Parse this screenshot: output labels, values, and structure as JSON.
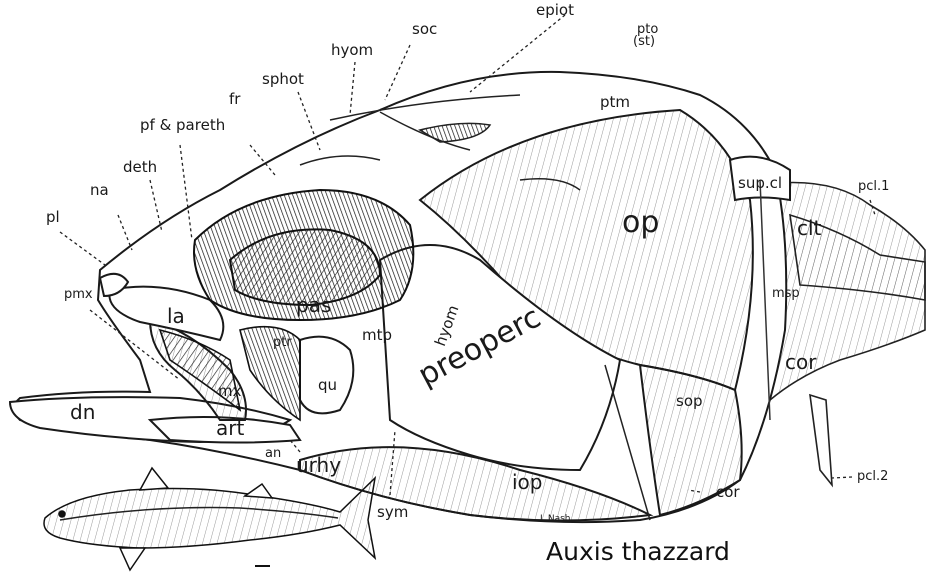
{
  "caption": "Auxis thazzard",
  "signature": "L Nash",
  "labels": {
    "epiot": "epiot",
    "pto": "pto",
    "pto_st": "(st)",
    "soc": "soc",
    "hyom_top": "hyom",
    "sphot": "sphot",
    "fr": "fr",
    "pf_pareth": "pf & pareth",
    "deth": "deth",
    "na": "na",
    "pl": "pl",
    "pmx": "pmx",
    "ptm": "ptm",
    "op": "op",
    "sup_cl": "sup.cl",
    "clt": "clt",
    "pcl1": "pcl.1",
    "pcl2": "pcl.2",
    "msp": "msp",
    "cor_right": "cor",
    "cor_bottom": "cor",
    "sop": "sop",
    "preoperc": "preoperc",
    "hyom_mid": "hyom",
    "mtp": "mtp",
    "pas": "pas",
    "la": "la",
    "ptr": "ptr",
    "qu": "qu",
    "mx": "mx",
    "dn": "dn",
    "art": "art",
    "an": "an",
    "urhy": "urhy",
    "sym": "sym",
    "iop": "iop"
  }
}
